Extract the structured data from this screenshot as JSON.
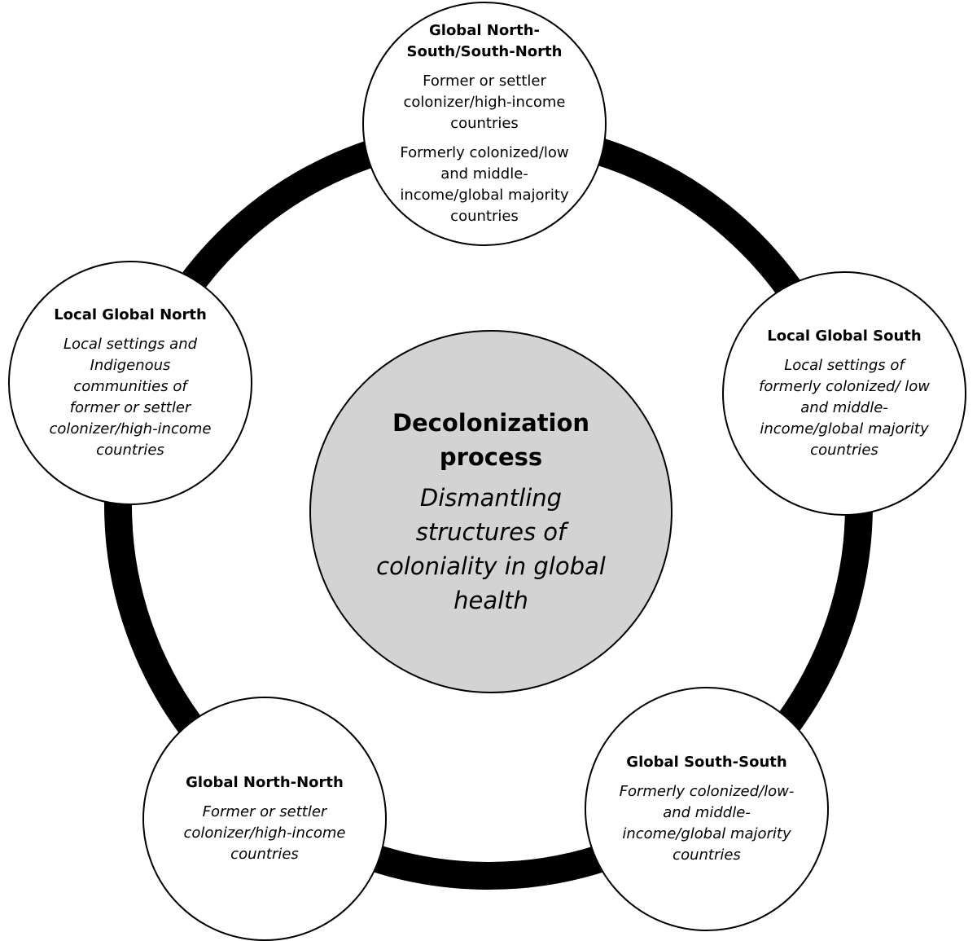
{
  "center": {
    "title": "Decolonization process",
    "subtitle": "Dismantling structures of coloniality in global health",
    "fill": "#d3d3d3"
  },
  "nodes": {
    "top": {
      "title": "Global North-South/South-North",
      "line1": "Former or settler colonizer/high-income countries",
      "line2": "Formerly colonized/low and middle-income/global majority countries"
    },
    "left": {
      "title": "Local Global North",
      "description": "Local settings and Indigenous communities of former or settler colonizer/high-income countries"
    },
    "right": {
      "title": "Local Global South",
      "description": "Local settings of formerly colonized/ low and middle-income/global majority countries"
    },
    "bottom_left": {
      "title": "Global North-North",
      "description": "Former or settler colonizer/high-income countries"
    },
    "bottom_right": {
      "title": "Global South-South",
      "description": "Formerly colonized/low-and middle-income/global majority countries"
    }
  },
  "colors": {
    "ring": "#000000",
    "node_fill": "#ffffff",
    "outline": "#000000"
  }
}
